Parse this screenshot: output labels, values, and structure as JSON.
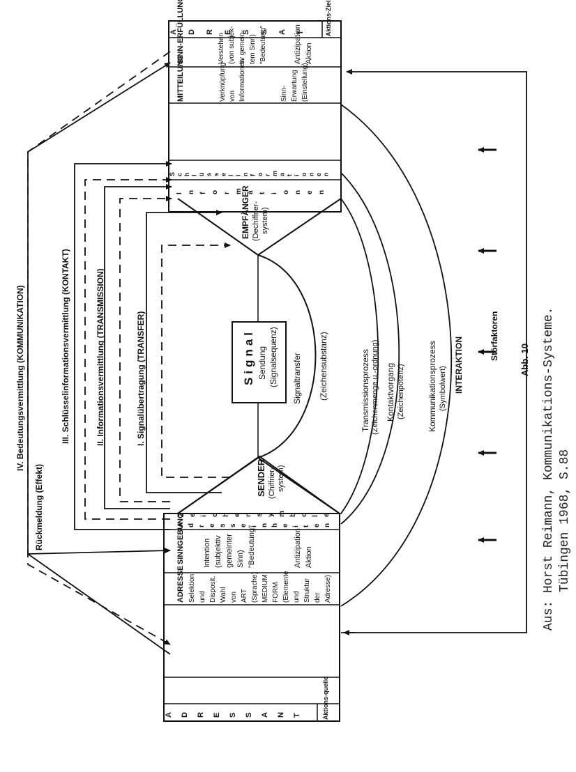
{
  "caption": {
    "line1": "Aus: Horst Reimann, Kommunikations-Systeme.",
    "line2": "Tübingen 1968, S.88"
  },
  "figure_label": "Abb. 10",
  "levels": {
    "iv": "IV. Bedeutungsvermittlung (KOMMUNIKATION)",
    "feedback": "Rückmeldung (Effekt)",
    "iii": "III. Schlüsselinformationsvermittlung (KONTAKT)",
    "ii": "II. Informationsvermittlung (TRANSMISSION)",
    "i": "I. Signalübertragung (TRANSFER)"
  },
  "signal": {
    "title": "Signal",
    "sub1": "Sendung",
    "sub2": "(Signalsequenz)"
  },
  "sender": {
    "title": "SENDER",
    "sub1": "(Chiffrier-",
    "sub2": "system)"
  },
  "receiver": {
    "title": "EMPFÄNGER",
    "sub1": "(Dechiffrier-",
    "sub2": "system)"
  },
  "arcs": {
    "signaltransfer": "Signaltransfer",
    "signaltransfer_sub": "(Zeichensubstanz)",
    "transmission": "Transmissionsprozess",
    "transmission_sub": "(Zeichenmenge u.-ordnung)",
    "kontakt": "Kontaktvorgang",
    "kontakt_sub": "(Zeichenpotenz)",
    "kommunikation": "Kommunikationsprozess",
    "kommunikation_sub": "(Symbolwert)",
    "interaktion": "INTERAKTION",
    "stoerfaktoren": "Störfaktoren"
  },
  "left_block": {
    "adressant_letters": [
      "A",
      "D",
      "R",
      "E",
      "S",
      "S",
      "A",
      "N",
      "T"
    ],
    "aktionsquelle": "Aktions-quelle",
    "singgebung_head": "SINNGEBUNG",
    "singgebung_lines": [
      "Intention",
      "(subjektiv",
      "gemeinter",
      "Sinn)",
      "\"Bedeutung\""
    ],
    "singgebung_bottom": [
      "Antizipation",
      "Aktion"
    ],
    "adresse_head": "ADRESSE",
    "adresse_lines": [
      "Selektion",
      "und",
      "Disposit.",
      "Wahl",
      "von",
      "ART",
      "(Sprache)",
      "MEDIUM",
      "FORM",
      "(Elemente",
      "und",
      "Struktur",
      "der",
      "Adresse)"
    ],
    "zeichen_letters": [
      "Z",
      "e",
      "i",
      "c",
      "h",
      "e",
      "n",
      "s",
      "y",
      "m",
      "b",
      "o",
      "l",
      "e"
    ],
    "adresseinheiten_letters": [
      "A",
      "d",
      "r",
      "e",
      "s",
      "s",
      "e",
      "i",
      "n",
      "h",
      "e",
      "i",
      "t",
      "e",
      "n"
    ]
  },
  "right_block": {
    "adressat_letters": [
      "A",
      "D",
      "R",
      "E",
      "S",
      "S",
      "A",
      "T"
    ],
    "aktionsziel": "Aktions-Ziel",
    "sinnerfuellung_head": "SINN-ERFÜLLUNG",
    "sinnerfuellung_lines": [
      "Verstehen",
      "(von subjek-",
      "tiv gemein-",
      "tem Sinn)",
      "\"Bedeutung\""
    ],
    "sinnerfuellung_bottom": [
      "Antizipation",
      "Aktion"
    ],
    "mitteilung_head": "MITTEILUNG",
    "mitteilung_lines": [
      "Verknüpfung",
      "von",
      "Informationen"
    ],
    "mitteilung_bottom": [
      "Sinn-",
      "Erwartung",
      "(Einstellung)"
    ],
    "schluessel_letters": [
      "S",
      "c",
      "h",
      "l",
      "ü",
      "s",
      "s",
      "e",
      "l",
      "i",
      "n",
      "f",
      "o",
      "r",
      "m",
      "a",
      "t",
      "i",
      "o",
      "n",
      "e",
      "n"
    ],
    "informationen_letters": [
      "I",
      "n",
      "f",
      "o",
      "r",
      "m",
      "a",
      "t",
      "i",
      "o",
      "n",
      "e",
      "n"
    ]
  }
}
